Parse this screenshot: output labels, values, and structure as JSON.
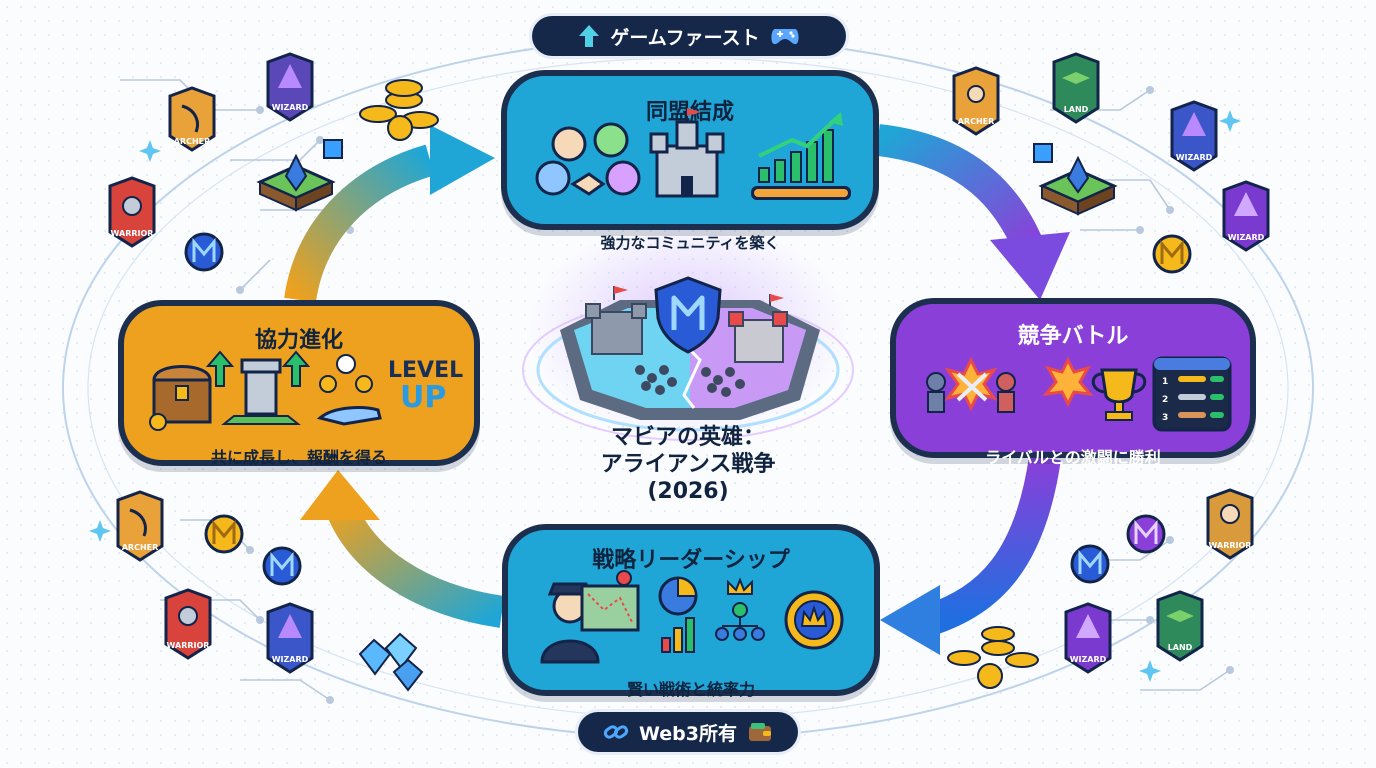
{
  "header": {
    "label": "ゲームファースト"
  },
  "footer": {
    "label": "Web3所有"
  },
  "center": {
    "line1": "マビアの英雄：",
    "line2": "アライアンス戦争",
    "line3": "(2026)"
  },
  "nodes": {
    "alliance": {
      "title": "同盟結成",
      "caption": "強力なコミュニティを築く"
    },
    "battle": {
      "title": "競争バトル",
      "caption": "ライバルとの激闘に勝利"
    },
    "leadership": {
      "title": "戦略リーダーシップ",
      "caption": "賢い戦術と統率力"
    },
    "growth": {
      "title": "協力進化",
      "caption": "共に成長し、報酬を得る",
      "level_line1": "LEVEL",
      "level_line2": "UP"
    }
  },
  "leaderboard": {
    "ranks": [
      "1",
      "2",
      "3"
    ]
  },
  "badges": {
    "archer_top": "ARCHER",
    "wizard_top": "WIZARD",
    "warrior_top": "WARRIOR",
    "archer_topright": "ARCHER",
    "land_topright": "LAND",
    "wizard_right1": "WIZARD",
    "wizard_right2": "WIZARD",
    "archer_bottom": "ARCHER",
    "warrior_bottom": "WARRIOR",
    "wizard_bottom": "WIZARD",
    "warrior_bottomright": "WARRIOR",
    "wizard_bottomright": "WIZARD",
    "land_bottomright": "LAND"
  },
  "colors": {
    "navy": "#16284a",
    "teal": "#1fa6d6",
    "purple": "#8b3fd9",
    "orange": "#eda11e",
    "gold": "#f3b62b"
  },
  "icons": [
    "up-arrow-icon",
    "gamepad-icon",
    "link-icon",
    "wallet-icon",
    "castle-icon",
    "handshake-icon",
    "trophy-icon",
    "shield-logo-icon",
    "coin-icon",
    "gem-icon",
    "medal-icon"
  ]
}
